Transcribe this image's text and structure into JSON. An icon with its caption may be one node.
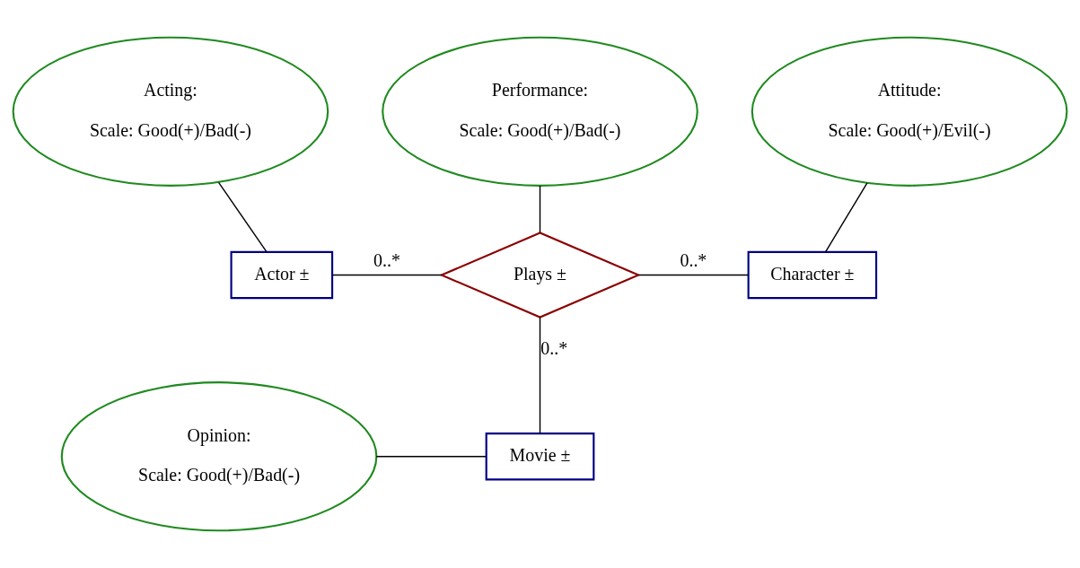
{
  "diagram": {
    "nodes": [
      {
        "text": [
          "Performance:",
          "Scale: Good(+)/Bad(-)"
        ]
      },
      {
        "text": [
          "Acting:",
          "Scale: Good(+)/Bad(-)"
        ]
      },
      {
        "text": [
          "Attitude:",
          "Scale: Good(+)/Evil(-)"
        ]
      },
      {
        "text": [
          "Actor ±"
        ]
      },
      {
        "text": [
          "Plays ±"
        ]
      },
      {
        "text": [
          "Character ±"
        ]
      },
      {
        "text": [
          "Opinion:",
          "Scale: Good(+)/Bad(-)"
        ]
      },
      {
        "text": [
          "Movie ±"
        ]
      }
    ],
    "edges": [
      {
        "from": 0,
        "to": 4,
        "arrow": "none"
      },
      {
        "from": 1,
        "to": 3,
        "arrow": "none"
      },
      {
        "from": 2,
        "to": 5,
        "arrow": "none"
      },
      {
        "from": 3,
        "to": 4,
        "arrow": "none",
        "label": "0..*"
      },
      {
        "from": 4,
        "to": 5,
        "arrow": "none",
        "label": "0..*"
      },
      {
        "from": 4,
        "to": 7,
        "arrow": "none",
        "label": "0..*"
      },
      {
        "from": 6,
        "to": 7,
        "arrow": "none"
      }
    ]
  }
}
